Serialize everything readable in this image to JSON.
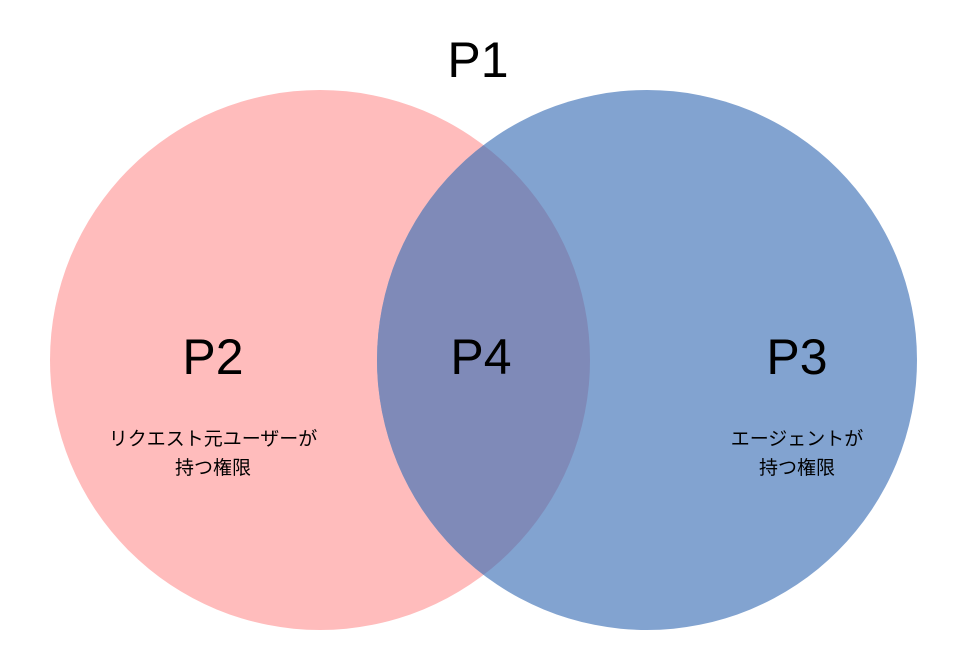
{
  "diagram": {
    "universe_label": "P1",
    "left_set": {
      "label": "P2",
      "caption_line1": "リクエスト元ユーザーが",
      "caption_line2": "持つ権限",
      "color": "#ffbcbc"
    },
    "right_set": {
      "label": "P3",
      "caption_line1": "エージェントが",
      "caption_line2": "持つ権限",
      "color": "#82a3d0"
    },
    "intersection": {
      "label": "P4",
      "color": "#7f8ab8"
    }
  }
}
